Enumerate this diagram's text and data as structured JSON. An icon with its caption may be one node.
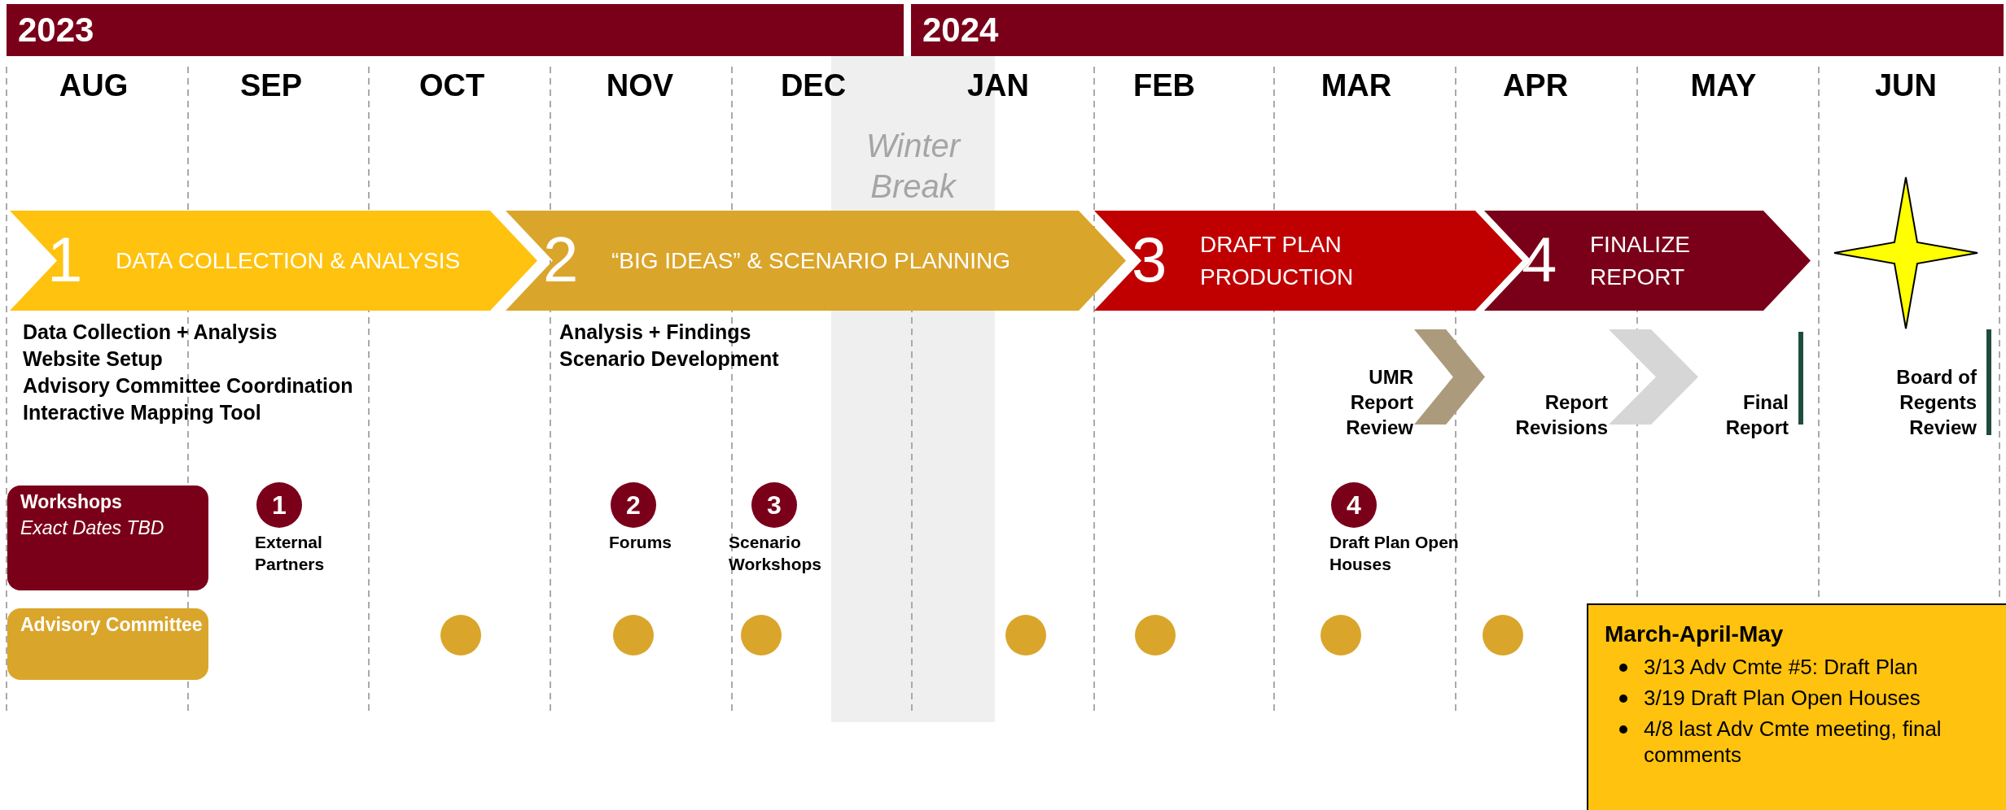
{
  "diagram": {
    "nodes": [
      {
        "text": [
          "2023"
        ]
      },
      {
        "text": [
          "2024"
        ]
      },
      {
        "text": [
          "Winter Break"
        ]
      },
      {
        "text": [
          "1",
          "DATA COLLECTION & ANALYSIS"
        ]
      },
      {
        "text": [
          "2",
          "“BIG IDEAS” & SCENARIO PLANNING"
        ]
      },
      {
        "text": [
          "3",
          "DRAFT PLAN PRODUCTION"
        ]
      },
      {
        "text": [
          "4",
          "FINALIZE REPORT"
        ]
      },
      {
        "text": [],
        "shape": "star"
      },
      {
        "text": [
          "UMR Report Review"
        ]
      },
      {
        "text": [
          "Report Revisions"
        ]
      },
      {
        "text": [
          "Final Report"
        ]
      },
      {
        "text": [
          "Workshops",
          "Exact Dates TBD"
        ]
      },
      {
        "text": [
          "1"
        ],
        "beside": [
          "External Partners"
        ]
      },
      {
        "text": [
          "2"
        ],
        "beside": [
          "Forums"
        ]
      },
      {
        "text": [
          "3"
        ],
        "beside": [
          "Scenario Workshops"
        ]
      },
      {
        "text": [
          "4"
        ],
        "beside": [
          "Draft Plan Open Houses"
        ]
      },
      {
        "text": [
          "Advisory Committee"
        ]
      },
      {
        "text": [],
        "shape": "circle"
      },
      {
        "text": [],
        "shape": "circle"
      },
      {
        "text": [],
        "shape": "circle"
      },
      {
        "text": [],
        "shape": "circle"
      },
      {
        "text": [],
        "shape": "circle"
      },
      {
        "text": [],
        "shape": "circle"
      },
      {
        "text": [],
        "shape": "circle"
      },
      {
        "text": [
          "March-April-May",
          "3/13 Adv Cmte #5: Draft Plan",
          "3/19 Draft Plan Open Houses",
          "4/8 last Adv Cmte meeting, final comments"
        ]
      }
    ],
    "edges": [
      {
        "from": 8,
        "to": 9,
        "arrow": "to",
        "color": "#ab9b7c"
      },
      {
        "from": 9,
        "to": 10,
        "arrow": "to",
        "color": "#d6d6d6"
      }
    ],
    "labels": [
      "AUG",
      "SEP",
      "OCT",
      "NOV",
      "DEC",
      "JAN",
      "FEB",
      "MAR",
      "APR",
      "MAY",
      "JUN",
      "Data Collection + Analysis",
      "Website Setup",
      "Advisory Committee Coordination",
      "Interactive Mapping Tool",
      "Analysis + Findings",
      "Scenario Development",
      "Board of Regents Review"
    ]
  }
}
